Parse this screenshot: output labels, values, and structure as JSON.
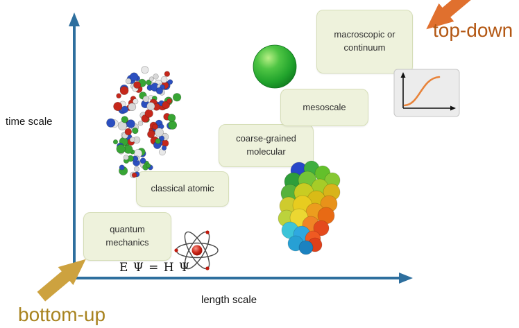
{
  "diagram": {
    "y_axis_label": "time scale",
    "x_axis_label": "length scale",
    "boxes": [
      {
        "id": "quantum-mechanics",
        "label": "quantum\nmechanics"
      },
      {
        "id": "classical-atomic",
        "label": "classical atomic"
      },
      {
        "id": "coarse-grained-molecular",
        "label": "coarse-grained\nmolecular"
      },
      {
        "id": "mesoscale",
        "label": "mesoscale"
      },
      {
        "id": "macroscopic-continuum",
        "label": "macroscopic or\ncontinuum"
      }
    ],
    "annotations": {
      "top_down": "top-down",
      "bottom_up": "bottom-up",
      "equation": "E Ψ = H Ψ"
    },
    "icons": [
      "molecular-cluster-image",
      "green-sphere-image",
      "coarse-grained-molecule-image",
      "atom-icon",
      "sigmoid-curve-chart-image"
    ],
    "colors": {
      "axis": "#2e6f9e",
      "box_fill": "#eef2dc",
      "box_border": "#d6deb8",
      "top_down_arrow": "#e0702e",
      "bottom_up_arrow": "#cda23f",
      "top_down_text": "#b35713",
      "bottom_up_text": "#a8831f",
      "sigmoid": "#e8833a"
    }
  }
}
